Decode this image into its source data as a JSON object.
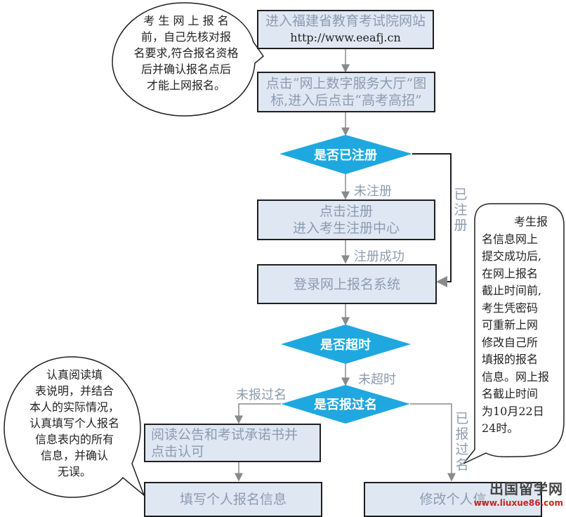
{
  "boxes": {
    "enter_site": [
      "进入福建省教育考试院网站",
      "http://www.eeafj.cn"
    ],
    "click_hall": [
      "点击“网上数字服务大厅”图",
      "标,进入后点击“高考高招”"
    ],
    "register": [
      "点击注册",
      "进入考生注册中心"
    ],
    "login": [
      "登录网上报名系统"
    ],
    "read_notice": [
      "阅读公告和考试承诺书并",
      "点击认可"
    ],
    "fill_info": [
      "填写个人报名信息"
    ],
    "modify_info": [
      "修改个人信"
    ]
  },
  "decisions": {
    "registered": "是否已注册",
    "timeout": "是否超时",
    "submitted": "是否报过名"
  },
  "labels": {
    "not_registered": "未注册",
    "registered": "已注册",
    "register_success": "注册成功",
    "not_timeout": "未超时",
    "not_submitted": "未报过名",
    "submitted": "已报过名"
  },
  "notes": {
    "top": [
      "考 生 网 上 报 名",
      "前，自己先核对报",
      "名要求,符合报名资格",
      "后并确认报名点后",
      "才能上网报名。"
    ],
    "right": [
      "考生报",
      "名信息网上",
      "提交成功后,",
      "在网上报名",
      "截止时间前,",
      "考生凭密码",
      "可重新上网",
      "修改自己所",
      "填报的报名",
      "信息。网上报",
      "名截止时间",
      "为10月22日",
      "24时。"
    ],
    "left": [
      "认真阅读填",
      "表说明，并结合",
      "本人的实际情况，",
      "认真填写个人报名",
      "信息表内的所有",
      "信息，并确认",
      "无误。"
    ]
  },
  "watermark": {
    "title": "出国留学网",
    "url": "www.liuxue86.com"
  },
  "colors": {
    "box_fill": "#dfe7f3",
    "box_text": "#8d9bb0",
    "diamond_fill": "#1fa8e0",
    "line": "#8a8a8a"
  }
}
